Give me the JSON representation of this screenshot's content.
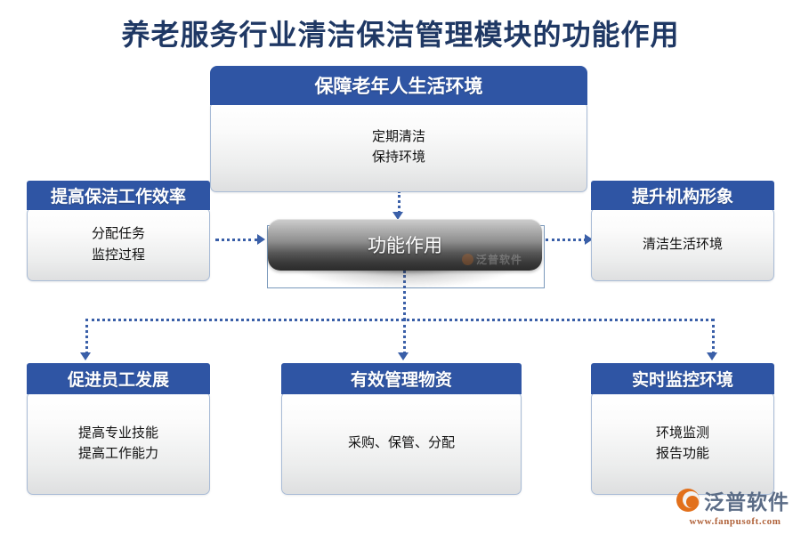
{
  "title": "养老服务行业清洁保洁管理模块的功能作用",
  "hub": {
    "label": "功能作用",
    "watermark": "泛普软件"
  },
  "colors": {
    "header_blue": "#2F55A4",
    "title_navy": "#1F3864",
    "connector_blue": "#3A5FA8",
    "brand_orange": "#E2701B",
    "brand_gray": "#5B6C86"
  },
  "cards": {
    "top": {
      "header": "保障老年人生活环境",
      "lines": [
        "定期清洁",
        "保持环境"
      ]
    },
    "left": {
      "header": "提高保洁工作效率",
      "lines": [
        "分配任务",
        "监控过程"
      ]
    },
    "right": {
      "header": "提升机构形象",
      "lines": [
        "清洁生活环境"
      ]
    },
    "bottom_left": {
      "header": "促进员工发展",
      "lines": [
        "提高专业技能",
        "提高工作能力"
      ]
    },
    "bottom_center": {
      "header": "有效管理物资",
      "lines": [
        "采购、保管、分配"
      ]
    },
    "bottom_right": {
      "header": "实时监控环境",
      "lines": [
        "环境监测",
        "报告功能"
      ]
    }
  },
  "brand": {
    "name": "泛普软件",
    "url": "www.fanpusoft.com"
  }
}
